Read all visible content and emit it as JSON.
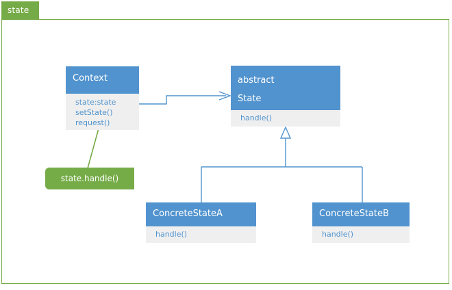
{
  "window": {
    "tab_label": "state",
    "frame_border_color": "#76ac48"
  },
  "theme": {
    "class_header_bg": "#5193ce",
    "class_header_text": "#ffffff",
    "class_body_bg": "#efefef",
    "class_body_text": "#5193ce",
    "note_bg": "#76ac48",
    "note_text": "#ffffff",
    "connector_color": "#5193ce",
    "note_connector_color": "#76ac48"
  },
  "diagram": {
    "type": "uml-class-diagram",
    "title": "state",
    "classes": [
      {
        "id": "context",
        "name": "Context",
        "stereotype": "",
        "header_lines": [
          "Context"
        ],
        "members": [
          "state:state",
          "setState()",
          "request()"
        ]
      },
      {
        "id": "state",
        "name": "State",
        "stereotype": "abstract",
        "header_lines": [
          "abstract",
          "State"
        ],
        "members": [
          "handle()"
        ]
      },
      {
        "id": "concrete_state_a",
        "name": "ConcreteStateA",
        "stereotype": "",
        "header_lines": [
          "ConcreteStateA"
        ],
        "members": [
          "handle()"
        ]
      },
      {
        "id": "concrete_state_b",
        "name": "ConcreteStateB",
        "stereotype": "",
        "header_lines": [
          "ConcreteStateB"
        ],
        "members": [
          "handle()"
        ]
      }
    ],
    "notes": [
      {
        "id": "note_state_handle",
        "text": "state.handle()",
        "attached_to": "context"
      }
    ],
    "relations": [
      {
        "kind": "association",
        "from": "context",
        "to": "state",
        "arrow": "open"
      },
      {
        "kind": "generalization",
        "from": "concrete_state_a",
        "to": "state",
        "arrow": "hollow-triangle"
      },
      {
        "kind": "generalization",
        "from": "concrete_state_b",
        "to": "state",
        "arrow": "hollow-triangle"
      },
      {
        "kind": "note-link",
        "from": "note_state_handle",
        "to": "context",
        "arrow": "none"
      }
    ]
  }
}
